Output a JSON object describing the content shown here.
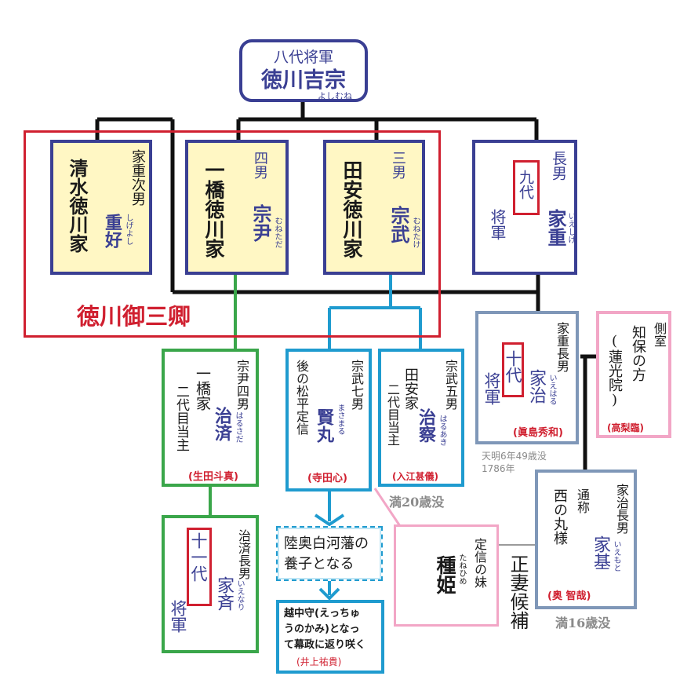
{
  "colors": {
    "navy": "#3a3f93",
    "red_frame": "#d02030",
    "green": "#3aa64a",
    "cyan": "#1f9bcf",
    "pink": "#f2a6c6",
    "slate": "#7f97b8",
    "cream": "#fff7c4",
    "line_black": "#111111"
  },
  "yoshimune": {
    "rank": "八代将軍",
    "name": "徳川吉宗",
    "ruby": "よしむね"
  },
  "shimizu": {
    "house": "清水徳川家",
    "relation": "家重次男",
    "name": "重好",
    "ruby": "しげよし"
  },
  "hitotsubashi": {
    "house": "一橋徳川家",
    "relation": "四男",
    "name": "宗尹",
    "ruby": "むねただ"
  },
  "tayasu": {
    "house": "田安徳川家",
    "relation": "三男",
    "name": "宗武",
    "ruby": "むねたけ"
  },
  "ieshige": {
    "relation": "長男",
    "rank": "九代",
    "title": "将軍",
    "name": "家重",
    "ruby": "いえしげ"
  },
  "gosankyo": {
    "label": "徳川御三卿"
  },
  "ieharu": {
    "relation": "家重長男",
    "rank": "十代",
    "title": "将軍",
    "name": "家治",
    "ruby": "いえはる",
    "actor": "(眞島秀和)",
    "death": "天明6年49歳没",
    "year": "1786年"
  },
  "chiho": {
    "title": "側室",
    "name": "知保の方",
    "alias": "(蓮光院)",
    "actor": "(高梨臨)"
  },
  "harusada": {
    "relation": "宗尹四男",
    "house": "一橋家",
    "note": "二代目当主",
    "name": "治済",
    "ruby": "はるさだ",
    "actor": "(生田斗真)"
  },
  "masamaru": {
    "relation": "宗武七男",
    "note": "後の松平定信",
    "name": "賢丸",
    "ruby": "まさまる",
    "actor": "(寺田心)"
  },
  "haruaki": {
    "relation": "宗武五男",
    "house": "田安家",
    "note": "二代目当主",
    "name": "治察",
    "ruby": "はるあき",
    "actor": "(入江甚儀)",
    "death": "満20歳没"
  },
  "iemoto": {
    "relation": "家治長男",
    "alias_label": "通称",
    "alias": "西の丸様",
    "name": "家基",
    "ruby": "いえもと",
    "actor": "(奥 智哉)",
    "death": "満16歳没"
  },
  "ienari": {
    "relation": "治済長男",
    "rank": "十一代",
    "title": "将軍",
    "name": "家斉",
    "ruby": "いえなり"
  },
  "shirakawa": {
    "text_line1": "陸奥白河藩の",
    "text_line2": "養子となる"
  },
  "echizen": {
    "line1": "越中守(えっちゅ",
    "line2": "うのかみ)となっ",
    "line3": "て幕政に返り咲く",
    "actor": "(井上祐貴)"
  },
  "taneme": {
    "note": "定信の妹",
    "name": "種姫",
    "ruby": "たねひめ"
  },
  "seisai": {
    "label": "正妻候補"
  }
}
